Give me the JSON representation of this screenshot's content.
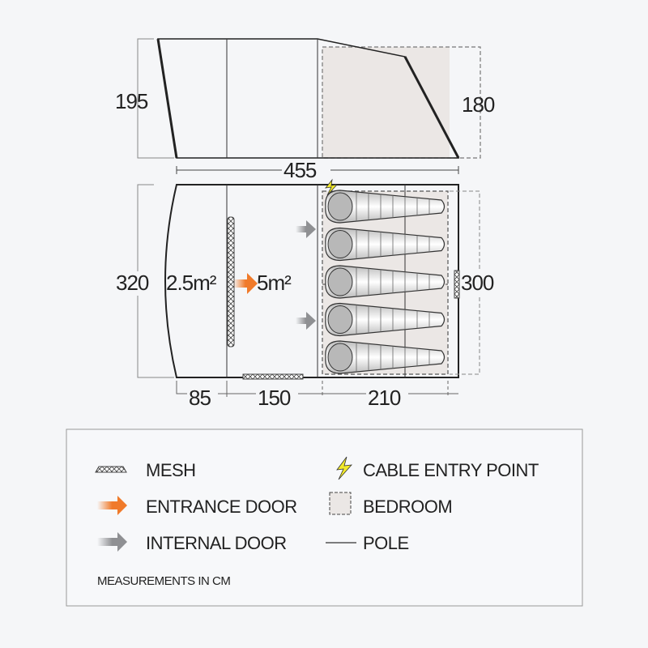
{
  "side_view": {
    "height_left": "195",
    "height_right": "180"
  },
  "floor_plan": {
    "total_length": "455",
    "width_left": "320",
    "width_bedroom": "300",
    "section_lengths": [
      "85",
      "150",
      "210"
    ],
    "porch_area": "2.5m²",
    "living_area": "5m²",
    "sleeping_bags": 5
  },
  "legend": {
    "mesh": "MESH",
    "entrance_door": "ENTRANCE DOOR",
    "internal_door": "INTERNAL DOOR",
    "cable_entry": "CABLE ENTRY POINT",
    "bedroom": "BEDROOM",
    "pole": "POLE",
    "note": "MEASUREMENTS IN CM"
  },
  "colors": {
    "orange": "#f07a2a",
    "gray_arrow": "#8f9093",
    "bedroom_fill": "#ebe7e5",
    "bolt": "#f2ea2a"
  }
}
